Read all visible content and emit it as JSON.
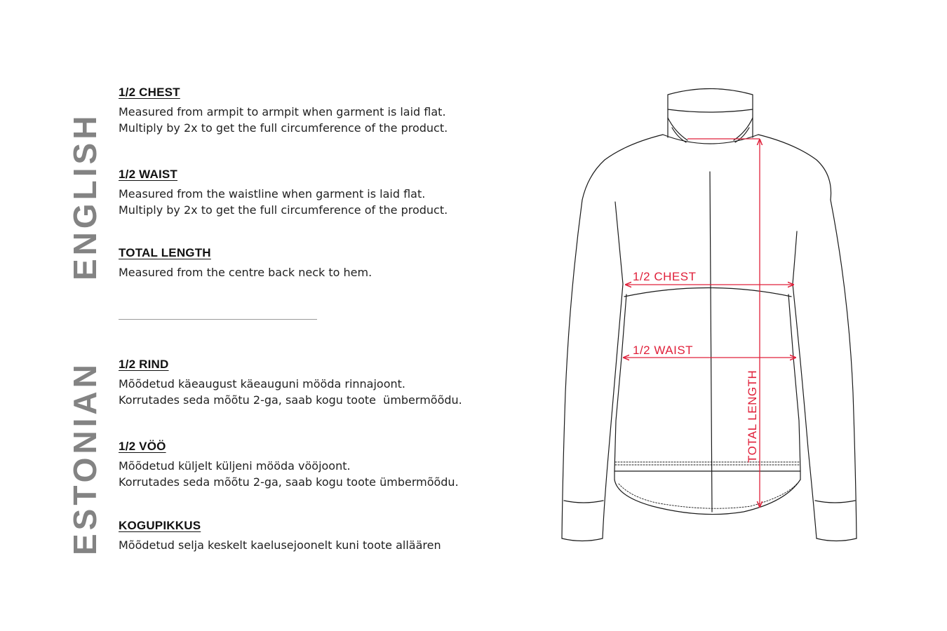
{
  "languages": {
    "english": "ENGLISH",
    "estonian": "ESTONIAN"
  },
  "english": {
    "chest": {
      "title": "1/2 CHEST",
      "text": "Measured from armpit to armpit when garment is laid flat.\nMultiply by 2x to get the full circumference of the product."
    },
    "waist": {
      "title": "1/2 WAIST",
      "text": "Measured from the waistline when garment is laid flat.\nMultiply by 2x to get the full circumference of the product."
    },
    "length": {
      "title": "TOTAL LENGTH",
      "text": "Measured from the centre back neck to hem."
    }
  },
  "estonian": {
    "chest": {
      "title": "1/2 RIND",
      "text": "Mõõdetud käeaugust käeauguni mööda rinnajoont.\nKorrutades seda mõõtu 2-ga, saab kogu toote  ümbermõõdu."
    },
    "waist": {
      "title": "1/2 VÖÖ",
      "text": "Mõõdetud küljelt küljeni mööda vööjoont.\nKorrutades seda mõõtu 2-ga, saab kogu toote ümbermõõdu."
    },
    "length": {
      "title": "KOGUPIKKUS",
      "text": "Mõõdetud selja keskelt kaelusejoonelt kuni toote alläären"
    }
  },
  "diagram": {
    "chest_label": "1/2 CHEST",
    "waist_label": "1/2 WAIST",
    "length_label": "TOTAL LENGTH",
    "measure_color": "#e0203a",
    "outline_color": "#1a1a1a"
  }
}
